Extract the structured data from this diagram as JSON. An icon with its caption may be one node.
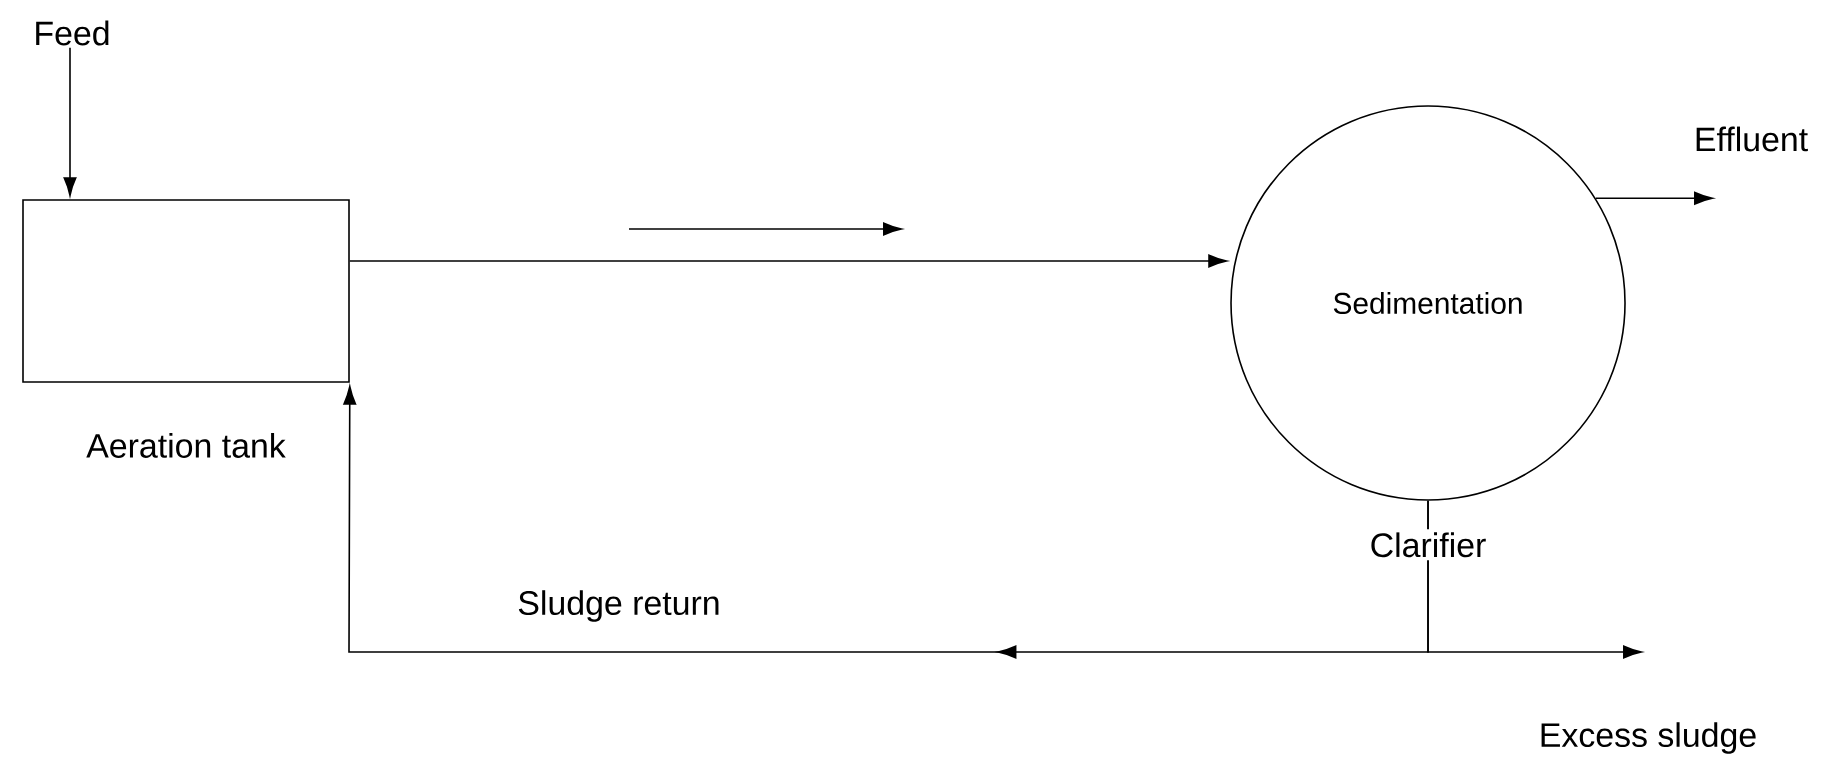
{
  "diagram": {
    "nodes": [
      {
        "text": [
          "Feed"
        ]
      },
      {
        "text": [
          "Aeration tank"
        ]
      },
      {
        "text": [
          "Sedimentation"
        ],
        "beside": [
          "Clarifier"
        ]
      },
      {
        "text": [
          "Effluent"
        ]
      },
      {
        "text": [
          "Excess sludge"
        ]
      }
    ],
    "edges": [
      {
        "from": 0,
        "to": 1,
        "arrow": "to"
      },
      {
        "from": 1,
        "to": 2,
        "arrow": "to"
      },
      {
        "from": 2,
        "to": 3,
        "arrow": "to"
      },
      {
        "from": 2,
        "to": 1,
        "arrow": "to",
        "label": "Sludge return"
      },
      {
        "from": 2,
        "to": 4,
        "arrow": "to"
      }
    ]
  }
}
